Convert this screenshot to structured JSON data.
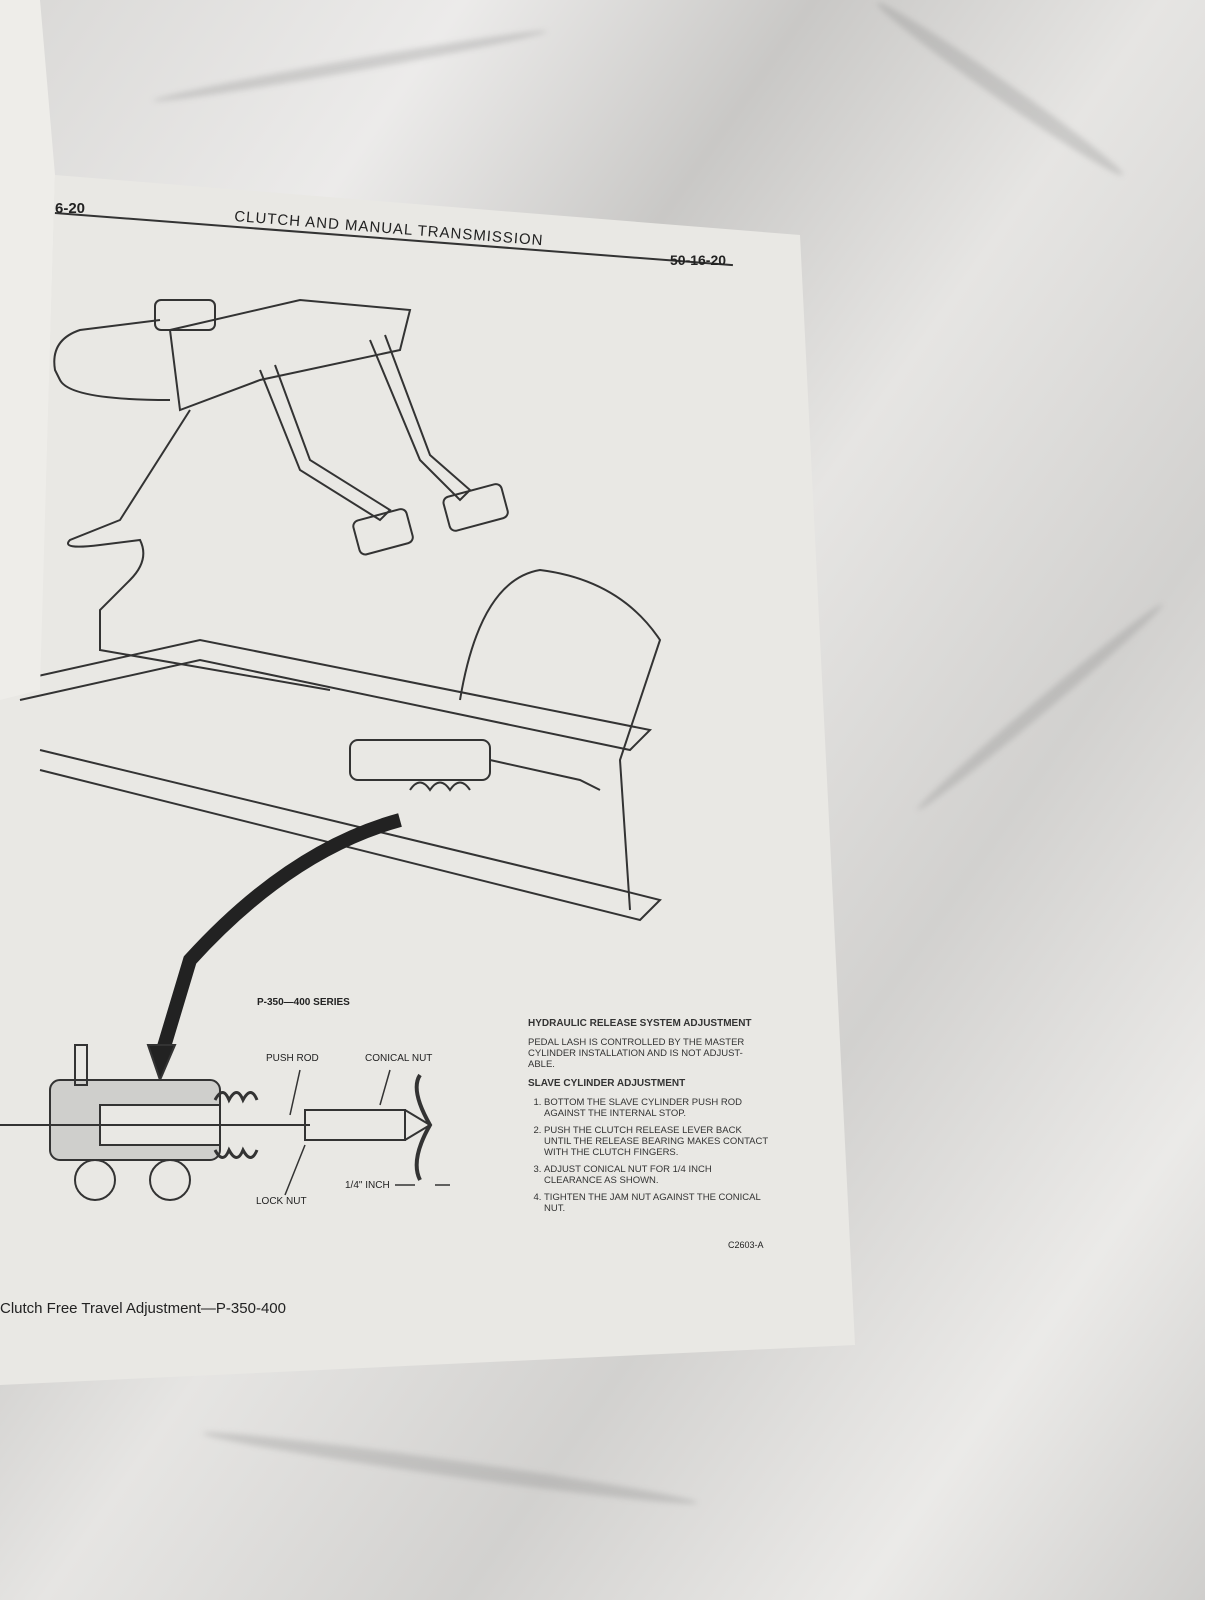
{
  "header": {
    "section_number": "6-20",
    "title": "CLUTCH AND MANUAL TRANSMISSION",
    "page_number": "50-16-20"
  },
  "figure": {
    "series_label": "P-350—400 SERIES",
    "labels": {
      "push_rod": "PUSH ROD",
      "conical_nut": "CONICAL NUT",
      "lock_nut": "LOCK NUT",
      "clearance": "1/4\" INCH"
    },
    "code": "C2603-A",
    "caption": "Clutch Free Travel Adjustment—P-350-400"
  },
  "notes": {
    "hydraulic_title": "HYDRAULIC RELEASE SYSTEM ADJUSTMENT",
    "hydraulic_text": "PEDAL LASH IS CONTROLLED BY THE MASTER CYLINDER INSTALLATION AND IS NOT ADJUST-ABLE.",
    "slave_title": "SLAVE CYLINDER ADJUSTMENT",
    "steps": [
      "BOTTOM THE SLAVE CYLINDER PUSH ROD AGAINST THE INTERNAL STOP.",
      "PUSH THE CLUTCH RELEASE LEVER BACK UNTIL THE RELEASE BEARING MAKES CONTACT WITH THE CLUTCH FINGERS.",
      "ADJUST CONICAL NUT FOR 1/4 INCH CLEARANCE AS SHOWN.",
      "TIGHTEN THE JAM NUT AGAINST THE CONICAL NUT."
    ]
  }
}
